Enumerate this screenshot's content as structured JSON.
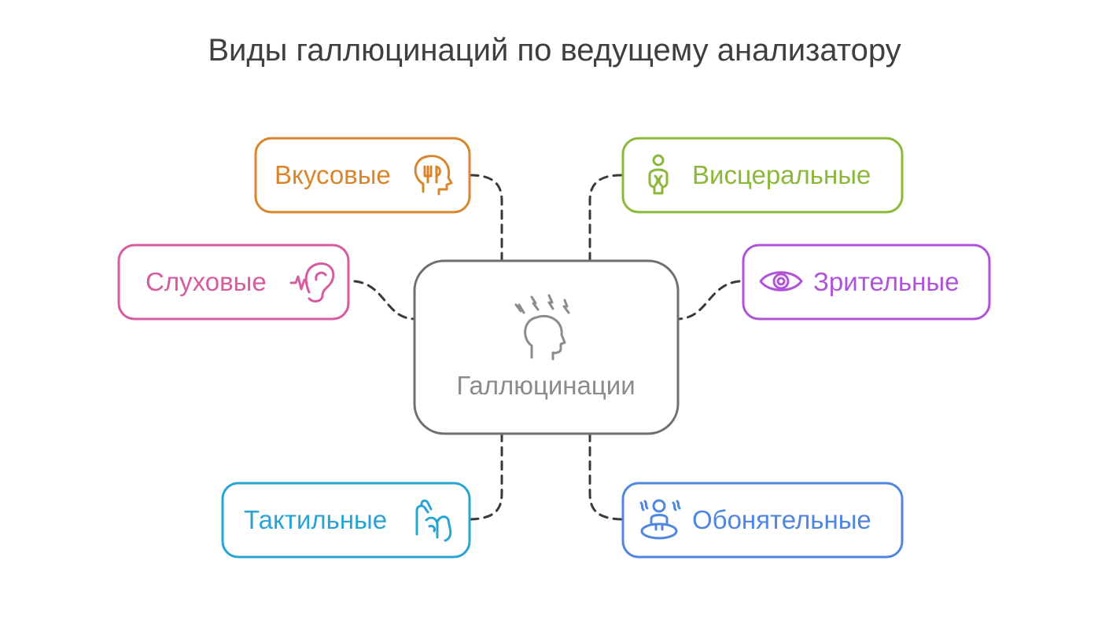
{
  "title": "Виды галлюцинаций по ведущему анализатору",
  "center": {
    "label": "Галлюцинации",
    "icon": "head-sparks-icon",
    "color": "#8b8b8b"
  },
  "nodes": [
    {
      "id": "gustatory",
      "label": "Вкусовые",
      "color": "#d9852b",
      "icon": "head-fork-knife-icon"
    },
    {
      "id": "visceral",
      "label": "Висцеральные",
      "color": "#8cb83a",
      "icon": "body-organs-icon"
    },
    {
      "id": "auditory",
      "label": "Слуховые",
      "color": "#d65ba0",
      "icon": "ear-sound-icon"
    },
    {
      "id": "visual",
      "label": "Зрительные",
      "color": "#b053d9",
      "icon": "eye-icon"
    },
    {
      "id": "tactile",
      "label": "Тактильные",
      "color": "#28a4d4",
      "icon": "hands-touch-icon"
    },
    {
      "id": "olfactory",
      "label": "Обонятельные",
      "color": "#4f86e0",
      "icon": "person-scent-icon"
    }
  ]
}
